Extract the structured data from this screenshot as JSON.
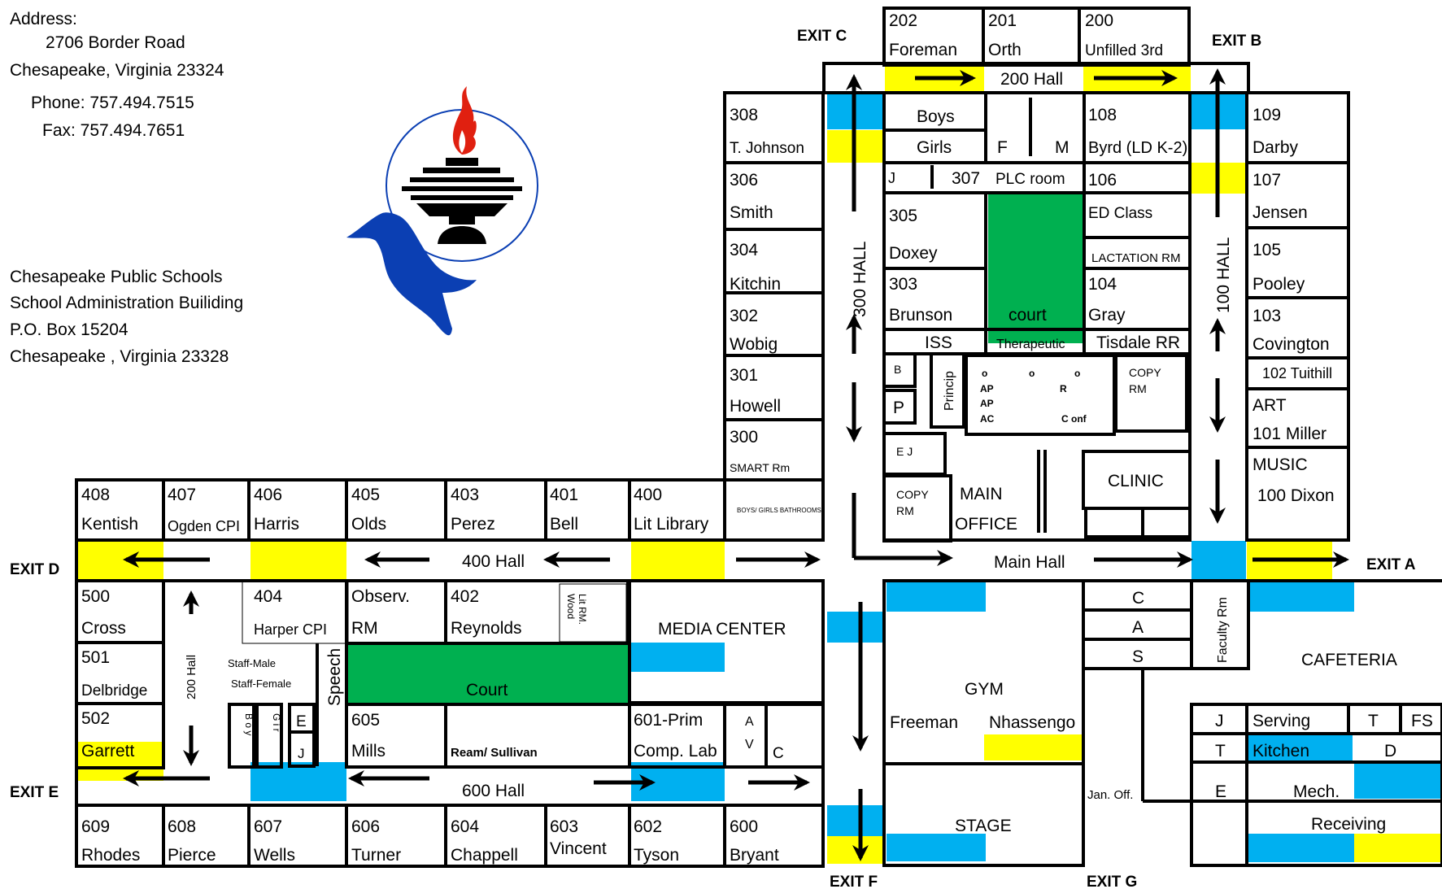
{
  "header": {
    "address_label": "Address:",
    "street": "2706 Border Road",
    "city": "Chesapeake, Virginia 23324",
    "phone": "Phone:  757.494.7515",
    "fax": "Fax:  757.494.7651"
  },
  "admin": {
    "line1": "Chesapeake Public Schools",
    "line2": "School Administration Builiding",
    "line3": "P.O. Box 15204",
    "line4": "Chesapeake , Virginia 23328"
  },
  "colors": {
    "yellow": "#ffff00",
    "blue": "#00b0f0",
    "green": "#00b050",
    "logo_blue": "#0b3fb3",
    "flame": "#e02010"
  },
  "exits": {
    "a": "EXIT A",
    "b": "EXIT B",
    "c": "EXIT C",
    "d": "EXIT D",
    "e": "EXIT E",
    "f": "EXIT F",
    "g": "EXIT G"
  },
  "halls": {
    "h100": "100 HALL",
    "h200": "200 Hall",
    "h300": "300 HALL",
    "h400": "400 Hall",
    "h600": "600 Hall",
    "main": "Main Hall",
    "h200_west": "200 Hall"
  },
  "rooms": {
    "r202": "202",
    "r202n": "Foreman",
    "r201": "201",
    "r201n": "Orth",
    "r200": "200",
    "r200n": "Unfilled 3rd",
    "r308": "308",
    "r308n": "T. Johnson",
    "r306": "306",
    "r306n": "Smith",
    "r304": "304",
    "r304n": "Kitchin",
    "r302": "302",
    "r302n": "Wobig",
    "r301": "301",
    "r301n": "Howell",
    "r300": "300",
    "r300n": "SMART Rm",
    "boys": "Boys",
    "girls": "Girls",
    "f": "F",
    "m": "M",
    "j": "J",
    "r307": "307",
    "plc": "PLC room",
    "r305": "305",
    "r305n": "Doxey",
    "r303": "303",
    "r303n": "Brunson",
    "court": "court",
    "iss": "ISS",
    "therapeutic": "Therapeutic",
    "r108": "108",
    "r108n": "Byrd (LD K-2)",
    "r106": "106",
    "r106n": "ED Class",
    "lactation": "LACTATION RM",
    "r104": "104",
    "r104n": "Gray",
    "tisdale": "Tisdale RR",
    "r109": "109",
    "r109n": "Darby",
    "r107": "107",
    "r107n": "Jensen",
    "r105": "105",
    "r105n": "Pooley",
    "r103": "103",
    "r103n": "Covington",
    "r102": "102 Tuithill",
    "art": "ART",
    "r101": "101 Miller",
    "music": "MUSIC",
    "r100": "100 Dixon",
    "b": "B",
    "p": "P",
    "princip": "Princip",
    "o1": "o",
    "o2": "o",
    "o3": "o",
    "ap1": "AP",
    "ap2": "AP",
    "ac": "AC",
    "r_mark": "R",
    "conf": "C onf",
    "copy1a": "COPY",
    "copy1b": "RM",
    "ej": "E  J",
    "copy2a": "COPY",
    "copy2b": "RM",
    "main_office1": "MAIN",
    "main_office2": "OFFICE",
    "clinic": "CLINIC",
    "r408": "408",
    "r408n": "Kentish",
    "r407": "407",
    "r407n": "Ogden CPI",
    "r406": "406",
    "r406n": "Harris",
    "r405": "405",
    "r405n": "Olds",
    "r403": "403",
    "r403n": "Perez",
    "r401": "401",
    "r401n": "Bell",
    "r400": "400",
    "r400n": "Lit Library",
    "bathrooms": "BOYS/ GIRLS BATHROOMS",
    "r500": "500",
    "r500n": "Cross",
    "r501": "501",
    "r501n": "Delbridge",
    "r502": "502",
    "r502n": "Garrett",
    "r404": "404",
    "r404n": "Harper CPI",
    "staff_m": "Staff-Male",
    "staff_f": "Staff-Female",
    "boy": "B o y",
    "gir": "G i r",
    "e": "E",
    "j2": "J",
    "speech": "Speech",
    "observ": "Observ.",
    "observ2": "RM",
    "r402": "402",
    "r402n": "Reynolds",
    "lit_rm1": "Lit RM.",
    "lit_rm2": "Wood",
    "media": "MEDIA CENTER",
    "court2": "Court",
    "r605": "605",
    "r605n": "Mills",
    "ream": "Ream/ Sullivan",
    "r601": "601-Prim",
    "r601n": "Comp. Lab",
    "av_a": "A",
    "av_v": "V",
    "c_small": "C",
    "r609": "609",
    "r609n": "Rhodes",
    "r608": "608",
    "r608n": "Pierce",
    "r607": "607",
    "r607n": "Wells",
    "r606": "606",
    "r606n": "Turner",
    "r604": "604",
    "r604n": "Chappell",
    "r603": "603",
    "r603n": "Vincent",
    "r602": "602",
    "r602n": "Tyson",
    "r600": "600",
    "r600n": "Bryant",
    "gym": "GYM",
    "freeman": "Freeman",
    "nhassengo": "Nhassengo",
    "stage": "STAGE",
    "cas_c": "C",
    "cas_a": "A",
    "cas_s": "S",
    "faculty": "Faculty Rm",
    "cafeteria": "CAFETERIA",
    "k_j": "J",
    "serving": "Serving",
    "k_t1": "T",
    "fs": "FS",
    "k_t2": "T",
    "kitchen": "Kitchen",
    "k_d": "D",
    "k_e": "E",
    "mech": "Mech.",
    "receiving": "Receiving",
    "jan": "Jan. Off."
  }
}
